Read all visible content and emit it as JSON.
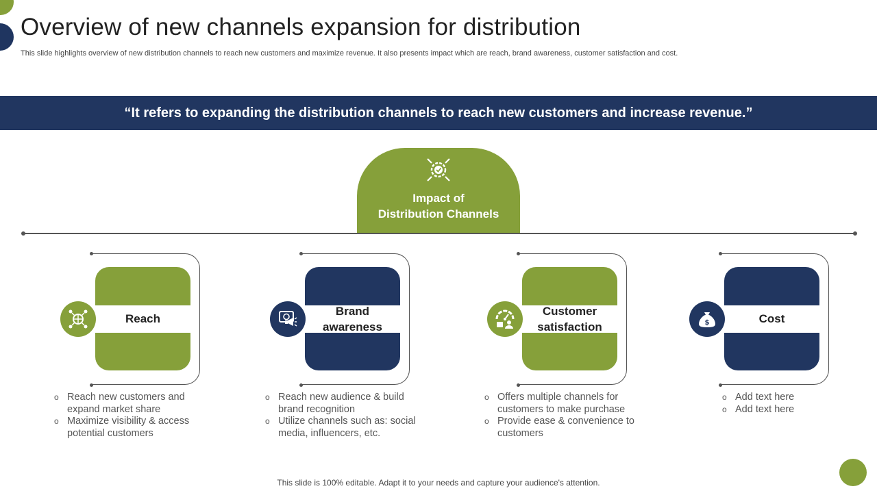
{
  "slide": {
    "title": "Overview of new channels expansion for distribution",
    "subtitle": "This slide highlights overview of new distribution channels to reach new customers and maximize revenue. It also presents impact which are reach, brand awareness, customer satisfaction and cost.",
    "quote": "“It refers to expanding the distribution channels to reach new customers and increase revenue.”",
    "footer": "This slide is 100% editable. Adapt it to your needs and capture your audience's attention."
  },
  "impact": {
    "label": "Impact of\nDistribution Channels",
    "icon": "target-gear-icon"
  },
  "cards": [
    {
      "label": "Reach",
      "icon": "network-globe-icon",
      "color": "#86A03A",
      "bullets": [
        "Reach new customers and expand market share",
        "Maximize visibility & access potential customers"
      ]
    },
    {
      "label": "Brand\nawareness",
      "icon": "megaphone-screen-icon",
      "color": "#213660",
      "bullets": [
        "Reach new audience & build brand recognition",
        "Utilize channels such as: social media, influencers, etc."
      ]
    },
    {
      "label": "Customer\nsatisfaction",
      "icon": "satisfaction-meter-icon",
      "color": "#86A03A",
      "bullets": [
        "Offers multiple channels for customers to make purchase",
        "Provide ease & convenience to customers"
      ]
    },
    {
      "label": "Cost",
      "icon": "money-bag-icon",
      "color": "#213660",
      "bullets": [
        "Add text here",
        "Add text here"
      ]
    }
  ],
  "colors": {
    "green": "#86A03A",
    "navy": "#213660"
  }
}
